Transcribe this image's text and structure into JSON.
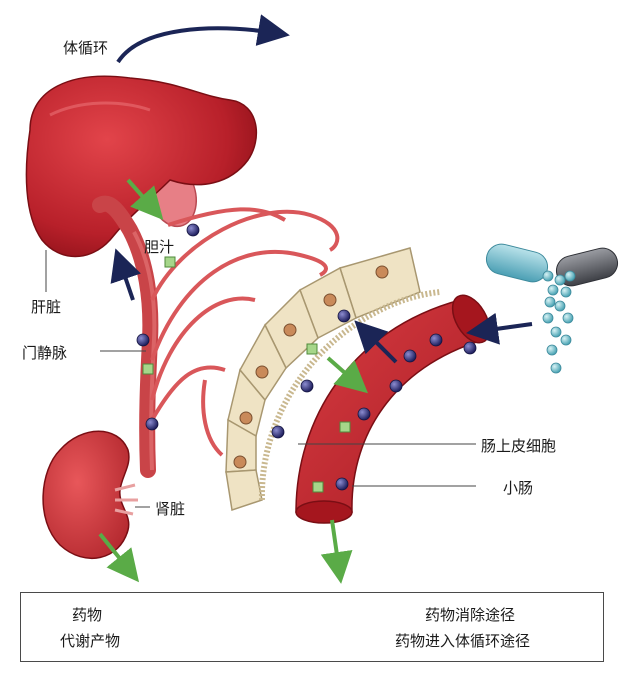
{
  "labels": {
    "systemic_circulation": "体循环",
    "bile": "胆汁",
    "liver": "肝脏",
    "portal_vein": "门静脉",
    "kidney": "肾脏",
    "intestinal_epithelial_cells": "肠上皮细胞",
    "small_intestine": "小肠"
  },
  "legend": {
    "drug": "药物",
    "metabolite": "代谢产物",
    "elimination_pathway": "药物消除途径",
    "entry_pathway": "药物进入体循环途径"
  },
  "colors": {
    "organ_red": "#c0242c",
    "organ_dark": "#8e1118",
    "vessel": "#d9575a",
    "cell_fill": "#efe3c4",
    "cell_stroke": "#a89770",
    "nucleus": "#c98a5a",
    "drug_dot": "#2e2e78",
    "metabolite_fill": "#a6d68a",
    "metabolite_stroke": "#4f8a3a",
    "green_arrow": "#5aab47",
    "navy_arrow": "#1b2556",
    "capsule_left": "#7ec4d4",
    "capsule_right": "#6d6f76",
    "pellet": "#7fc6cf"
  }
}
